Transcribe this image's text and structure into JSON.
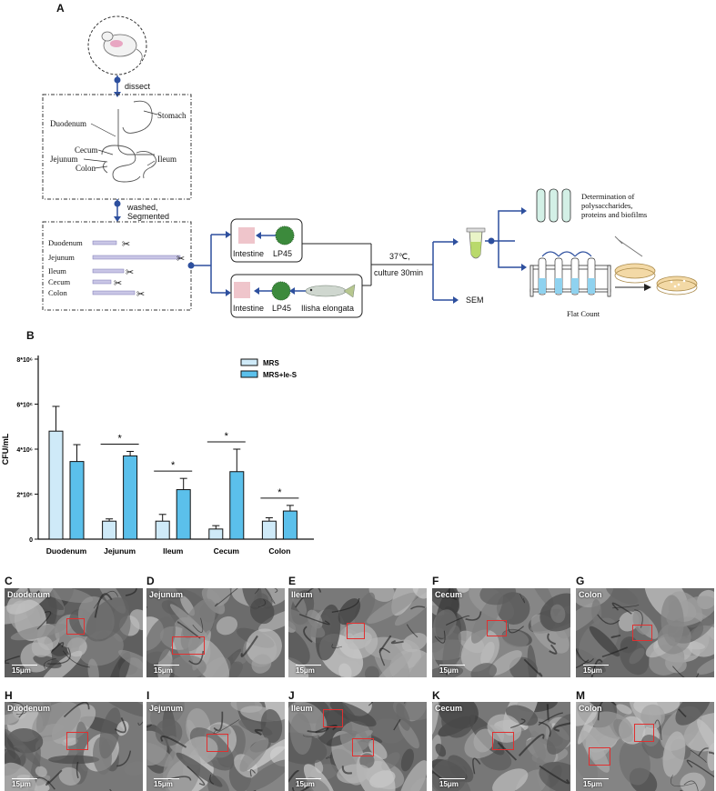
{
  "panel_a": {
    "letter": "A",
    "dissect": "dissect",
    "washed": "washed,",
    "segmented": "Segmented",
    "organs": {
      "stomach": "Stomach",
      "duodenum": "Duodenum",
      "cecum": "Cecum",
      "jejunum": "Jejunum",
      "colon": "Colon",
      "ileum": "Ileum"
    },
    "segments": [
      "Duodenum",
      "Jejunum",
      "Ileum",
      "Cecum",
      "Colon"
    ],
    "box1": {
      "intestine": "Intestine",
      "lp45": "LP45"
    },
    "box2": {
      "intestine": "Intestine",
      "lp45": "LP45",
      "fish": "Ilisha elongata"
    },
    "temp": "37℃,",
    "culture": "culture 30min",
    "sem": "SEM",
    "determination": [
      "Determination of",
      "polysaccharides,",
      "proteins and biofilms"
    ],
    "flat_count": "Flat Count"
  },
  "panel_b": {
    "letter": "B",
    "legend": [
      "MRS",
      "MRS+le-S"
    ],
    "significance": "*"
  },
  "chart_data": {
    "type": "bar",
    "categories": [
      "Duodenum",
      "Jejunum",
      "Ileum",
      "Cecum",
      "Colon"
    ],
    "ylabel": "CFU/mL",
    "ylim": [
      0,
      8000000
    ],
    "yticks": [
      "0",
      "2*10⁶",
      "4*10⁶",
      "6*10⁶",
      "8*10⁶"
    ],
    "ytick_values": [
      0,
      2000000,
      4000000,
      6000000,
      8000000
    ],
    "series": [
      {
        "name": "MRS",
        "color": "#cfeaf8",
        "values": [
          4800000,
          800000,
          800000,
          450000,
          800000
        ],
        "errors": [
          1100000,
          100000,
          300000,
          150000,
          150000
        ]
      },
      {
        "name": "MRS+le-S",
        "color": "#5bc0eb",
        "values": [
          3450000,
          3700000,
          2200000,
          3000000,
          1250000
        ],
        "errors": [
          750000,
          200000,
          500000,
          1000000,
          250000
        ]
      }
    ],
    "significant": [
      false,
      true,
      true,
      true,
      true
    ],
    "legend_position": "top-right"
  },
  "sem_panels": [
    {
      "letter": "C",
      "label": "Duodenum",
      "scale": "15μm"
    },
    {
      "letter": "D",
      "label": "Jejunum",
      "scale": "15μm"
    },
    {
      "letter": "E",
      "label": "Ileum",
      "scale": "15μm"
    },
    {
      "letter": "F",
      "label": "Cecum",
      "scale": "15μm"
    },
    {
      "letter": "G",
      "label": "Colon",
      "scale": "15μm"
    },
    {
      "letter": "H",
      "label": "Duodenum",
      "scale": "15μm"
    },
    {
      "letter": "I",
      "label": "Jejunum",
      "scale": "15μm"
    },
    {
      "letter": "J",
      "label": "Ileum",
      "scale": "15μm"
    },
    {
      "letter": "K",
      "label": "Cecum",
      "scale": "15μm"
    },
    {
      "letter": "M",
      "label": "Colon",
      "scale": "15μm"
    }
  ],
  "colors": {
    "accent": "#2d4f9e",
    "roi": "#e03030",
    "tube": "#d3f0e6"
  }
}
